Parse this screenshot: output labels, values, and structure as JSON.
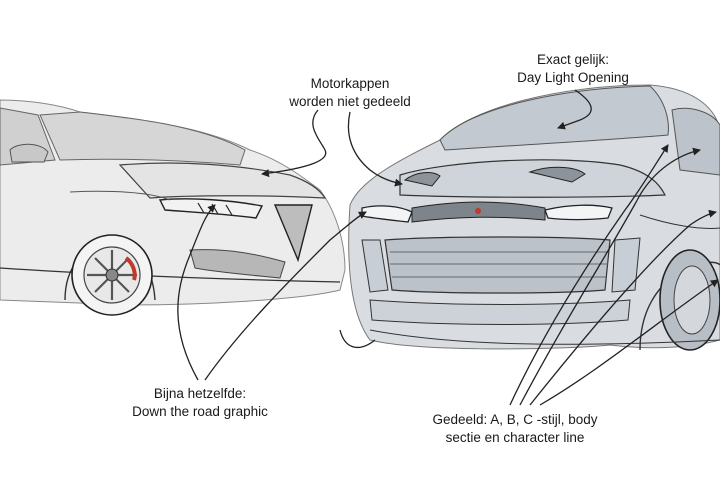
{
  "annotations": {
    "motorkappen": {
      "line1": "Motorkappen",
      "line2": "worden niet gedeeld"
    },
    "exact": {
      "line1": "Exact gelijk:",
      "line2": "Day Light Opening"
    },
    "bijna": {
      "line1": "Bijna hetzelfde:",
      "line2": "Down the road graphic"
    },
    "gedeeld": {
      "line1": "Gedeeld: A, B, C -stijl, body",
      "line2": "sectie en character line"
    }
  },
  "colors": {
    "car_left_body": "#ececec",
    "car_right_body": "#d9dde2",
    "outline": "#2a2a2a",
    "arrow": "#222222",
    "red_caliper": "#c0392b"
  }
}
